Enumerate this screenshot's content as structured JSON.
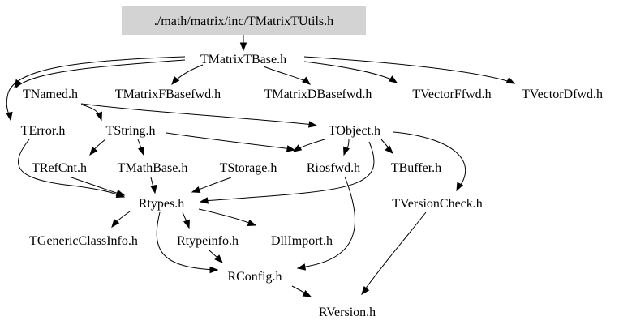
{
  "colors": {
    "root_fill": "#d3d3d3",
    "edge": "#000000",
    "text": "#000000",
    "background": "#ffffff"
  },
  "nodes": [
    {
      "id": "root",
      "label": "./math/matrix/inc/TMatrixTUtils.h",
      "highlight": true
    },
    {
      "id": "tmatrixtbase",
      "label": "TMatrixTBase.h"
    },
    {
      "id": "tnamed",
      "label": "TNamed.h"
    },
    {
      "id": "tmatrixfbasefwd",
      "label": "TMatrixFBasefwd.h"
    },
    {
      "id": "tmatrixdbasefwd",
      "label": "TMatrixDBasefwd.h"
    },
    {
      "id": "tvectorffwd",
      "label": "TVectorFfwd.h"
    },
    {
      "id": "tvectordfwd",
      "label": "TVectorDfwd.h"
    },
    {
      "id": "terror",
      "label": "TError.h"
    },
    {
      "id": "tstring",
      "label": "TString.h"
    },
    {
      "id": "tobject",
      "label": "TObject.h"
    },
    {
      "id": "trefcnt",
      "label": "TRefCnt.h"
    },
    {
      "id": "tmathbase",
      "label": "TMathBase.h"
    },
    {
      "id": "tstorage",
      "label": "TStorage.h"
    },
    {
      "id": "riosfwd",
      "label": "Riosfwd.h"
    },
    {
      "id": "tbuffer",
      "label": "TBuffer.h"
    },
    {
      "id": "rtypes",
      "label": "Rtypes.h"
    },
    {
      "id": "tversioncheck",
      "label": "TVersionCheck.h"
    },
    {
      "id": "tgenericclassinfo",
      "label": "TGenericClassInfo.h"
    },
    {
      "id": "rtypeinfo",
      "label": "Rtypeinfo.h"
    },
    {
      "id": "dllimport",
      "label": "DllImport.h"
    },
    {
      "id": "rconfig",
      "label": "RConfig.h"
    },
    {
      "id": "rversion",
      "label": "RVersion.h"
    }
  ],
  "edges": [
    {
      "from": "root",
      "to": "tmatrixtbase"
    },
    {
      "from": "tmatrixtbase",
      "to": "tnamed"
    },
    {
      "from": "tmatrixtbase",
      "to": "tmatrixfbasefwd"
    },
    {
      "from": "tmatrixtbase",
      "to": "tmatrixdbasefwd"
    },
    {
      "from": "tmatrixtbase",
      "to": "tvectorffwd"
    },
    {
      "from": "tmatrixtbase",
      "to": "tvectordfwd"
    },
    {
      "from": "tmatrixtbase",
      "to": "terror"
    },
    {
      "from": "tnamed",
      "to": "tstring"
    },
    {
      "from": "tnamed",
      "to": "tobject"
    },
    {
      "from": "tstring",
      "to": "trefcnt"
    },
    {
      "from": "tstring",
      "to": "tmathbase"
    },
    {
      "from": "tstring",
      "to": "riosfwd"
    },
    {
      "from": "tobject",
      "to": "riosfwd"
    },
    {
      "from": "tobject",
      "to": "tstorage"
    },
    {
      "from": "tobject",
      "to": "tbuffer"
    },
    {
      "from": "tobject",
      "to": "tversioncheck"
    },
    {
      "from": "tobject",
      "to": "rtypes"
    },
    {
      "from": "terror",
      "to": "rtypes"
    },
    {
      "from": "trefcnt",
      "to": "rtypes"
    },
    {
      "from": "tmathbase",
      "to": "rtypes"
    },
    {
      "from": "tstorage",
      "to": "rtypes"
    },
    {
      "from": "rtypes",
      "to": "tgenericclassinfo"
    },
    {
      "from": "rtypes",
      "to": "rtypeinfo"
    },
    {
      "from": "rtypes",
      "to": "dllimport"
    },
    {
      "from": "rtypes",
      "to": "rconfig"
    },
    {
      "from": "rtypeinfo",
      "to": "rconfig"
    },
    {
      "from": "riosfwd",
      "to": "rconfig"
    },
    {
      "from": "rconfig",
      "to": "rversion"
    },
    {
      "from": "tversioncheck",
      "to": "rversion"
    }
  ]
}
